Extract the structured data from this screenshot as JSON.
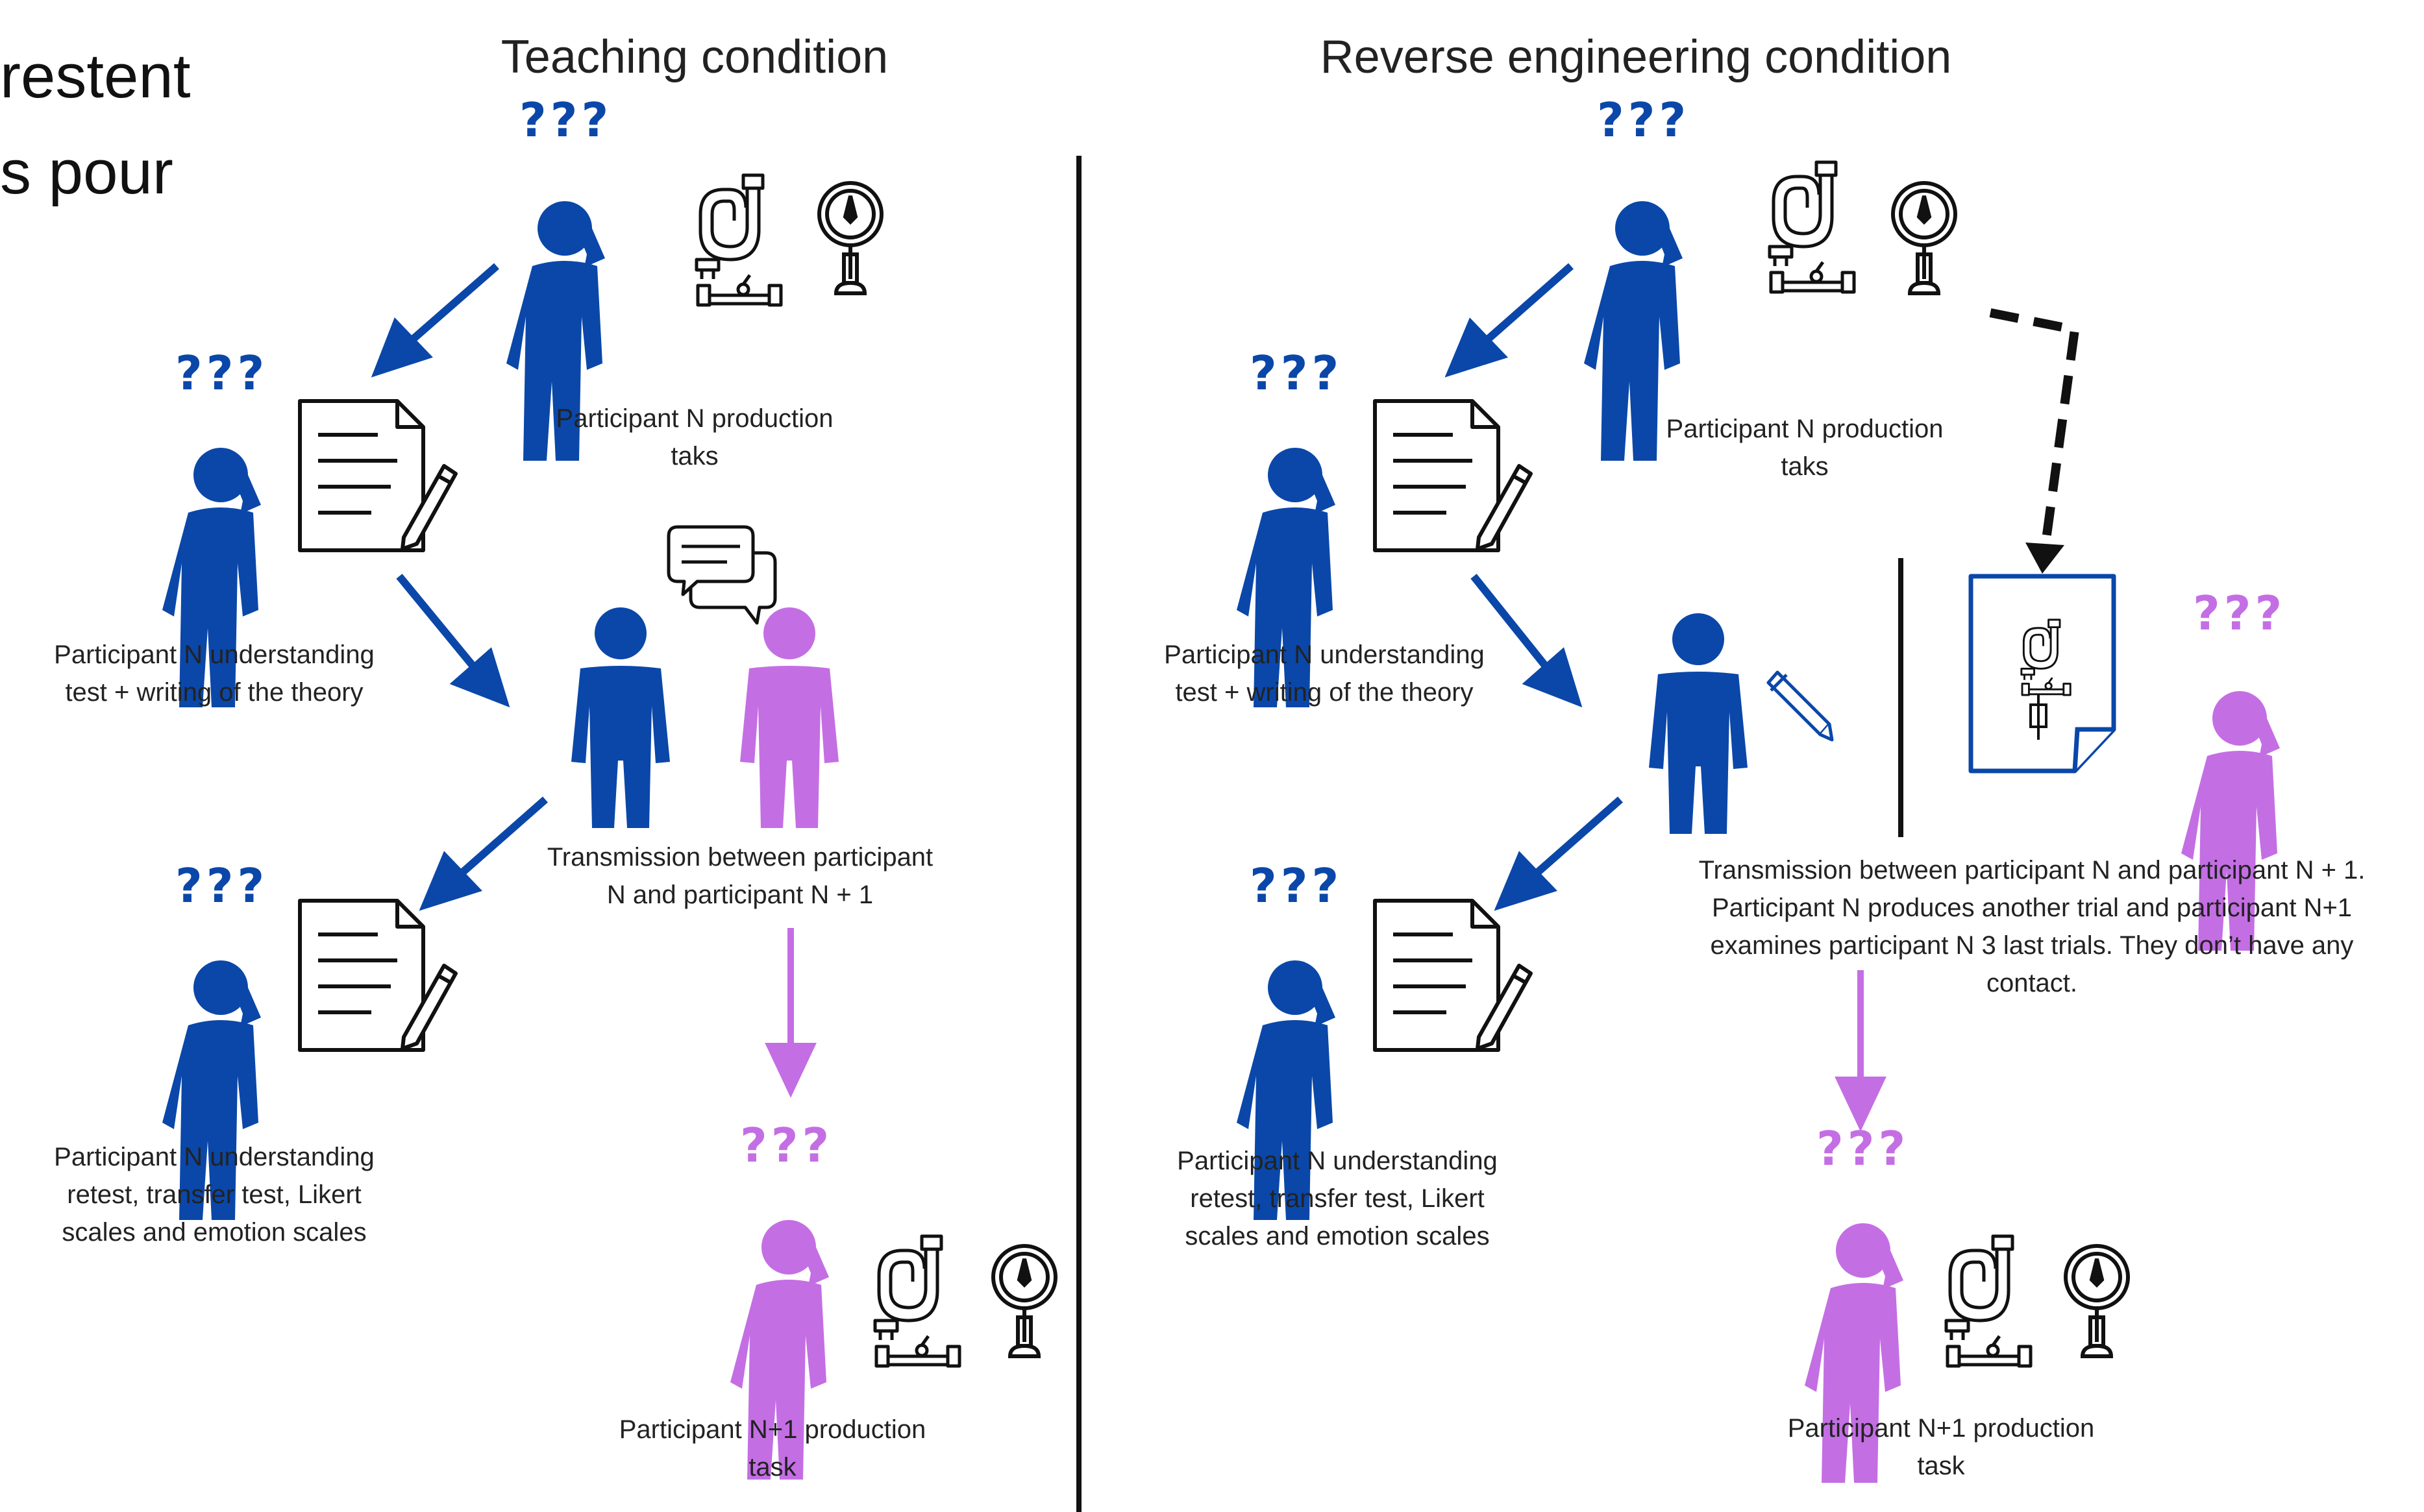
{
  "cutoff_text": {
    "line1": "restent",
    "line2": "s pour"
  },
  "teaching": {
    "title": "Teaching condition",
    "production_label": {
      "line1": "Participant N production",
      "line2": "taks"
    },
    "understanding_label": {
      "line1": "Participant N understanding",
      "line2": "test + writing of the theory"
    },
    "transmission_label": {
      "line1": "Transmission between participant",
      "line2": "N and participant N + 1"
    },
    "retest_label": {
      "line1": "Participant N understanding",
      "line2": "retest, transfer test, Likert",
      "line3": "scales and emotion scales"
    },
    "next_production_label": {
      "line1": "Participant N+1 production",
      "line2": "task"
    }
  },
  "reverse": {
    "title": "Reverse engineering condition",
    "production_label": {
      "line1": "Participant N production",
      "line2": "taks"
    },
    "understanding_label": {
      "line1": "Participant N understanding",
      "line2": "test + writing of the theory"
    },
    "transmission_label": {
      "line1": "Transmission between participant N and participant N + 1.",
      "line2": "Participant N produces another trial and participant N+1",
      "line3": "examines participant N 3 last trials. They don’t have any",
      "line4": "contact."
    },
    "retest_label": {
      "line1": "Participant N understanding",
      "line2": "retest, transfer test, Likert",
      "line3": "scales and emotion scales"
    },
    "next_production_label": {
      "line1": "Participant N+1 production",
      "line2": "task"
    }
  },
  "question_mark_glyph": "???",
  "colors": {
    "participant_n": "#0a47a9",
    "participant_n1": "#c46ee4",
    "ink": "#111111"
  },
  "icons": [
    "thinking-person-icon",
    "pipe-apparatus-icon",
    "pressure-gauge-icon",
    "document-pencil-icon",
    "speech-bubbles-icon",
    "person-icon",
    "pencil-icon",
    "trial-sheet-icon"
  ]
}
